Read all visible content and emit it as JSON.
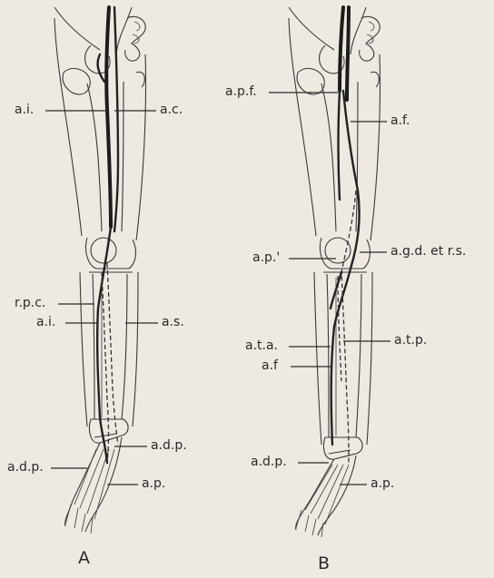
{
  "figure": {
    "panel_a": {
      "letter": "A",
      "labels": {
        "ai_top": "a.i.",
        "ac": "a.c.",
        "rpc": "r.p.c.",
        "ai_low": "a.i.",
        "as": "a.s.",
        "adp_right": "a.d.p.",
        "adp_left": "a.d.p.",
        "ap": "a.p."
      }
    },
    "panel_b": {
      "letter": "B",
      "labels": {
        "apf": "a.p.f.",
        "af_top": "a.f.",
        "ap_prime": "a.p.'",
        "agd": "a.g.d. et r.s.",
        "ata": "a.t.a.",
        "atp": "a.t.p.",
        "af_low": "a.f",
        "adp": "a.d.p.",
        "ap": "a.p."
      }
    }
  }
}
